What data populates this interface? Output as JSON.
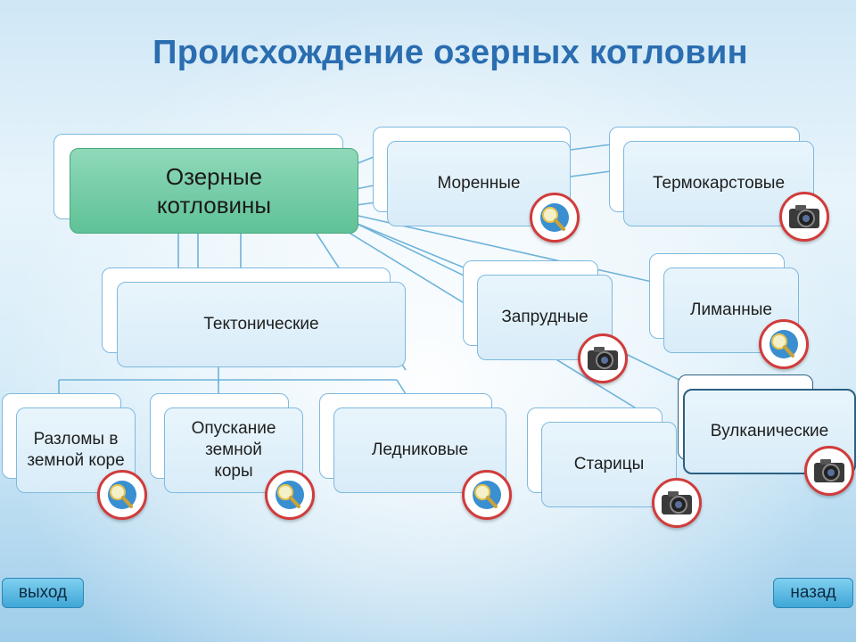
{
  "title": "Происхождение озерных котловин",
  "center": "Озерные котловины",
  "nodes": {
    "morennye": "Моренные",
    "termokarst": "Термокарстовые",
    "tekton": "Тектонические",
    "zaprud": "Запрудные",
    "limannye": "Лиманные",
    "razlomy": "Разломы в земной коре",
    "opuskanie": "Опускание земной коры",
    "lednik": "Ледниковые",
    "staritsy": "Старицы",
    "vulkan": "Вулканические"
  },
  "buttons": {
    "exit": "выход",
    "back": "назад"
  },
  "icons": {
    "morennye": "globe-magnifier-icon",
    "termokarst": "camera-icon",
    "zaprud": "camera-icon",
    "limannye": "globe-magnifier-icon",
    "razlomy": "globe-magnifier-icon",
    "opuskanie": "globe-magnifier-icon",
    "lednik": "globe-magnifier-icon",
    "staritsy": "camera-icon",
    "vulkan": "camera-icon"
  },
  "colors": {
    "title": "#2a6db0",
    "main_node": "#6fcca3",
    "badge_ring": "#d13b3b"
  }
}
